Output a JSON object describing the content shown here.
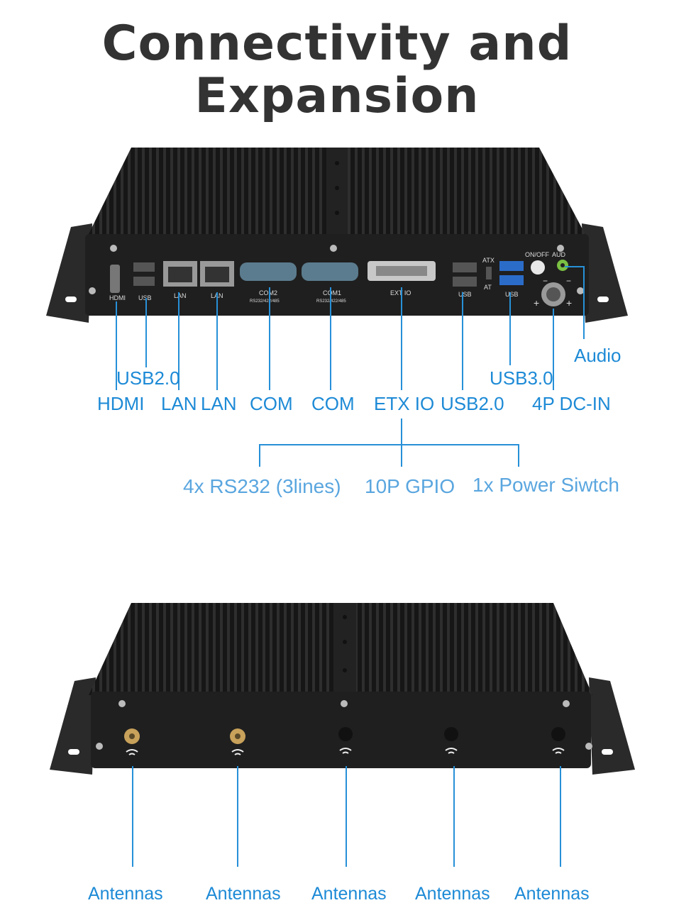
{
  "title": {
    "line1": "Connectivity and",
    "line2": "Expansion"
  },
  "colors": {
    "accent": "#1d8ad6",
    "accent_light": "#5aa6df",
    "title": "#333333",
    "chassis": "#1f1f1f"
  },
  "front_panel": {
    "ports": {
      "hdmi": "HDMI",
      "usb1": "USB",
      "lan1": "LAN",
      "lan2": "LAN",
      "com2": "COM2",
      "com2_sub": "RS232/422/485",
      "com1": "COM1",
      "com1_sub": "RS232/422/485",
      "ext_io": "EXT IO",
      "usb2": "USB",
      "usb3": "USB",
      "atx": "ATX",
      "at": "AT",
      "onoff": "ON/OFF",
      "aud": "AUD",
      "minus": "−",
      "plus": "+"
    },
    "labels": {
      "usb20_top": "USB2.0",
      "hdmi": "HDMI",
      "lan1": "LAN",
      "lan2": "LAN",
      "com1": "COM",
      "com2": "COM",
      "etx_io": "ETX IO",
      "usb20": "USB2.0",
      "usb30": "USB3.0",
      "dc_in": "4P DC-IN",
      "audio": "Audio"
    },
    "etx_features": [
      "4x RS232 (3lines)",
      "10P GPIO",
      "1x Power Siwtch"
    ]
  },
  "rear_panel": {
    "antennas": [
      "Antennas",
      "Antennas",
      "Antennas",
      "Antennas",
      "Antennas"
    ]
  }
}
